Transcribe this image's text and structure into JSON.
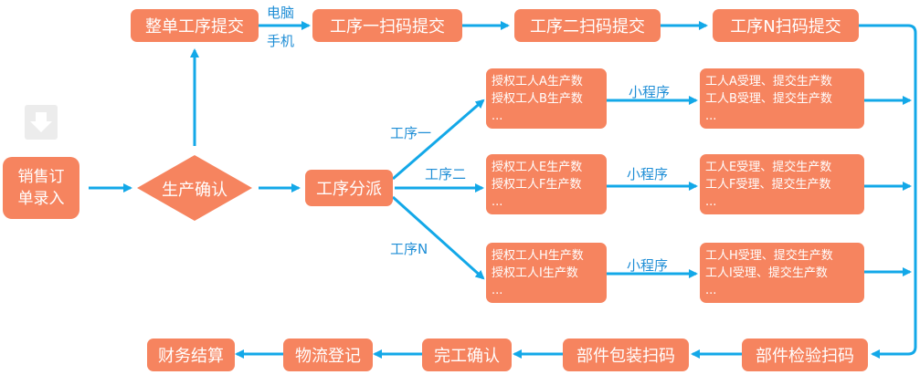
{
  "colors": {
    "node": "#f6845f",
    "arrow": "#13a8e8",
    "label": "#1f8ed6"
  },
  "icons": {
    "left_top": "download-icon"
  },
  "nodes": {
    "order_entry": {
      "line1": "销售订",
      "line2": "单录入"
    },
    "production_confirm": "生产确认",
    "whole_order_submit": "整单工序提交",
    "proc1_scan": "工序一扫码提交",
    "proc2_scan": "工序二扫码提交",
    "procN_scan": "工序N扫码提交",
    "dispatch": "工序分派",
    "auth_a": {
      "line1": "授权工人A生产数",
      "line2": "授权工人B生产数",
      "line3": "..."
    },
    "auth_e": {
      "line1": "授权工人E生产数",
      "line2": "授权工人F生产数",
      "line3": "..."
    },
    "auth_h": {
      "line1": "授权工人H生产数",
      "line2": "授权工人I生产数",
      "line3": "..."
    },
    "accept_a": {
      "line1": "工人A受理、提交生产数",
      "line2": "工人B受理、提交生产数",
      "line3": "..."
    },
    "accept_e": {
      "line1": "工人E受理、提交生产数",
      "line2": "工人F受理、提交生产数",
      "line3": "..."
    },
    "accept_h": {
      "line1": "工人H受理、提交生产数",
      "line2": "工人I受理、提交生产数",
      "line3": "..."
    },
    "inspect_scan": "部件检验扫码",
    "package_scan": "部件包装扫码",
    "complete_confirm": "完工确认",
    "logistics": "物流登记",
    "settlement": "财务结算"
  },
  "labels": {
    "pc": "电脑",
    "mobile": "手机",
    "proc1": "工序一",
    "proc2": "工序二",
    "procN": "工序N",
    "mini1": "小程序",
    "mini2": "小程序",
    "mini3": "小程序"
  }
}
